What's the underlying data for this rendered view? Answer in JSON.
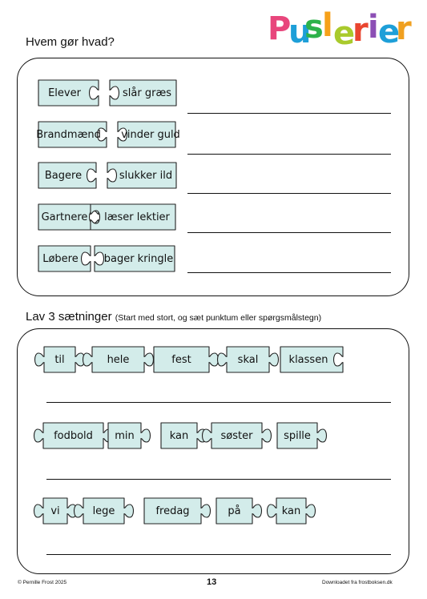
{
  "logo": {
    "letters": [
      "P",
      "u",
      "s",
      "l",
      "e",
      "r",
      "i",
      "e",
      "r"
    ],
    "colors": [
      "#e8467c",
      "#1e9fd8",
      "#2db24a",
      "#f6a11a",
      "#a9ca2c",
      "#e9452f",
      "#8c4fb5",
      "#1e9fd8",
      "#f0a020"
    ]
  },
  "section1": {
    "title": "Hvem gør hvad?"
  },
  "section2": {
    "title": "Lav 3 sætninger",
    "note": "(Start med stort, og  sæt punktum eller spørgsmålstegn)"
  },
  "pairs": [
    {
      "left": "Elever",
      "right": "slår græs"
    },
    {
      "left": "Brandmænd",
      "right": "vinder guld"
    },
    {
      "left": "Bagere",
      "right": "slukker ild"
    },
    {
      "left": "Gartnere",
      "right": "læser lektier"
    },
    {
      "left": "Løbere",
      "right": "bager kringle"
    }
  ],
  "sentences": [
    [
      "til",
      "hele",
      "fest",
      "skal",
      "klassen"
    ],
    [
      "fodbold",
      "min",
      "kan",
      "søster",
      "spille"
    ],
    [
      "vi",
      "lege",
      "fredag",
      "på",
      "kan"
    ]
  ],
  "piece_color": "#d3ecea",
  "footer": {
    "copyright": "© Pernille Frost 2025",
    "page": "13",
    "source": "Downloadet fra frostboksen.dk"
  }
}
